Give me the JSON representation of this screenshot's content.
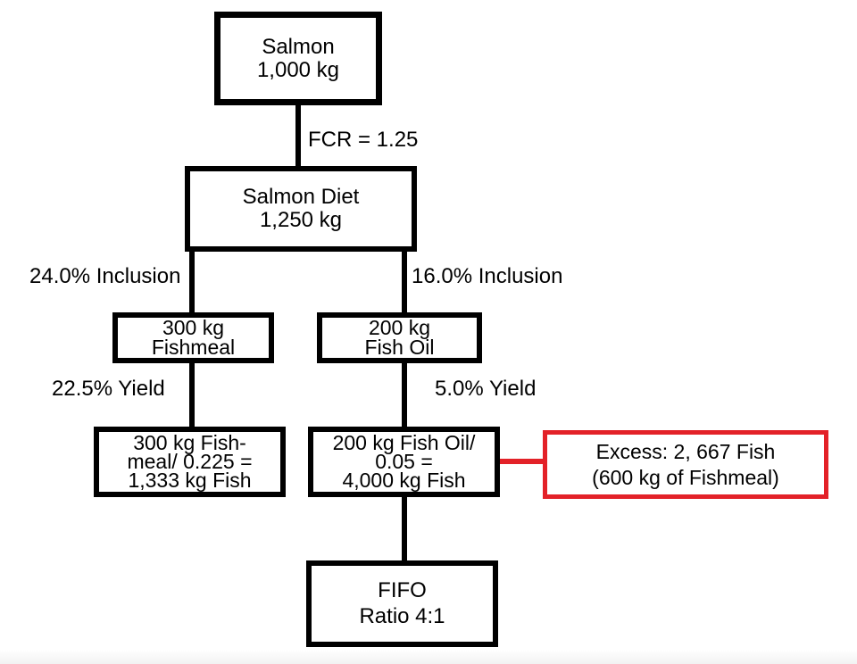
{
  "diagram": {
    "title_semantics": "FIFO ratio flowchart",
    "colors": {
      "outline": "#000000",
      "excess_red": "#e32128",
      "background": "#ffffff"
    },
    "nodes": {
      "salmon": {
        "lines": [
          "Salmon",
          "1,000 kg"
        ]
      },
      "salmon_diet": {
        "lines": [
          "Salmon Diet",
          "1,250 kg"
        ]
      },
      "fishmeal": {
        "lines": [
          "300 kg",
          "Fishmeal"
        ]
      },
      "fish_oil": {
        "lines": [
          "200 kg",
          "Fish Oil"
        ]
      },
      "fishmeal_calc": {
        "lines": [
          "300 kg Fish-",
          "meal/ 0.225 =",
          "1,333 kg Fish"
        ]
      },
      "fish_oil_calc": {
        "lines": [
          "200 kg Fish Oil/",
          "0.05 =",
          "4,000 kg Fish"
        ]
      },
      "excess": {
        "lines": [
          "Excess: 2, 667 Fish",
          "(600 kg of Fishmeal)"
        ]
      },
      "fifo": {
        "lines": [
          "FIFO",
          "Ratio 4:1"
        ]
      }
    },
    "edge_labels": {
      "fcr": "FCR = 1.25",
      "inclusion_left": "24.0% Inclusion",
      "inclusion_right": "16.0% Inclusion",
      "yield_left": "22.5% Yield",
      "yield_right": "5.0% Yield"
    }
  }
}
